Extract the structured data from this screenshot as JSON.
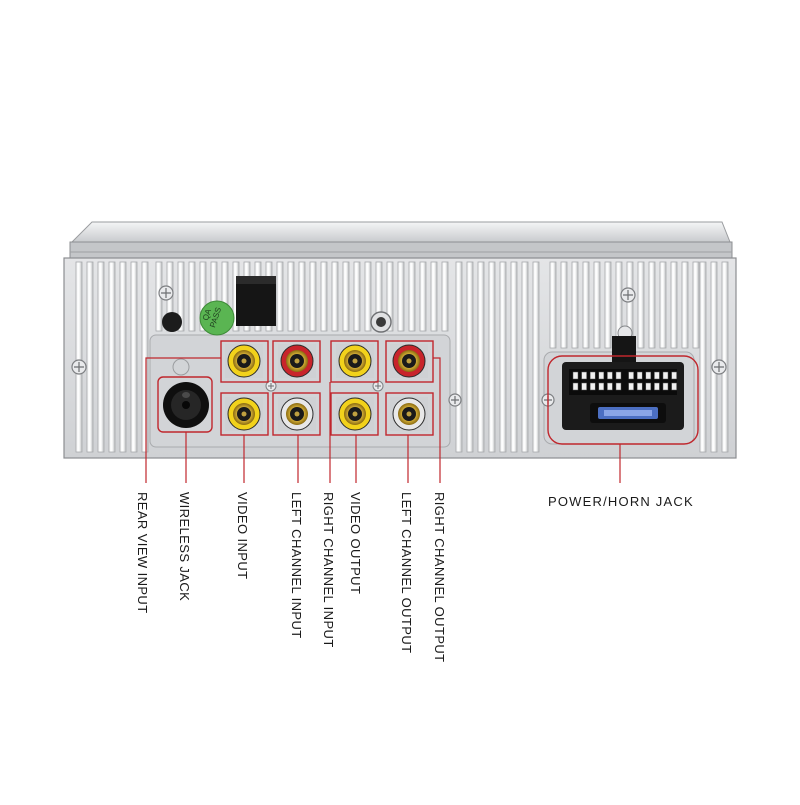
{
  "qa_badge": {
    "text": "QA\nPASS"
  },
  "labels": {
    "rear_view_input": "REAR VIEW INPUT",
    "wireless_jack": "WIRELESS JACK",
    "video_input": "VIDEO INPUT",
    "left_channel_input": "LEFT CHANNEL INPUT",
    "right_channel_input": "RIGHT CHANNEL INPUT",
    "video_output": "VIDEO OUTPUT",
    "left_channel_output": "LEFT CHANNEL OUTPUT",
    "right_channel_output": "RIGHT CHANNEL OUTPUT",
    "power_horn_jack": "POWER/HORN JACK"
  },
  "colors": {
    "callout": "#c0272d",
    "rca_yellow": "#f2d21b",
    "rca_red": "#c8242b",
    "rca_white": "#e8e8e8",
    "badge_green": "#5ab552",
    "panel": "#d7d8da"
  }
}
